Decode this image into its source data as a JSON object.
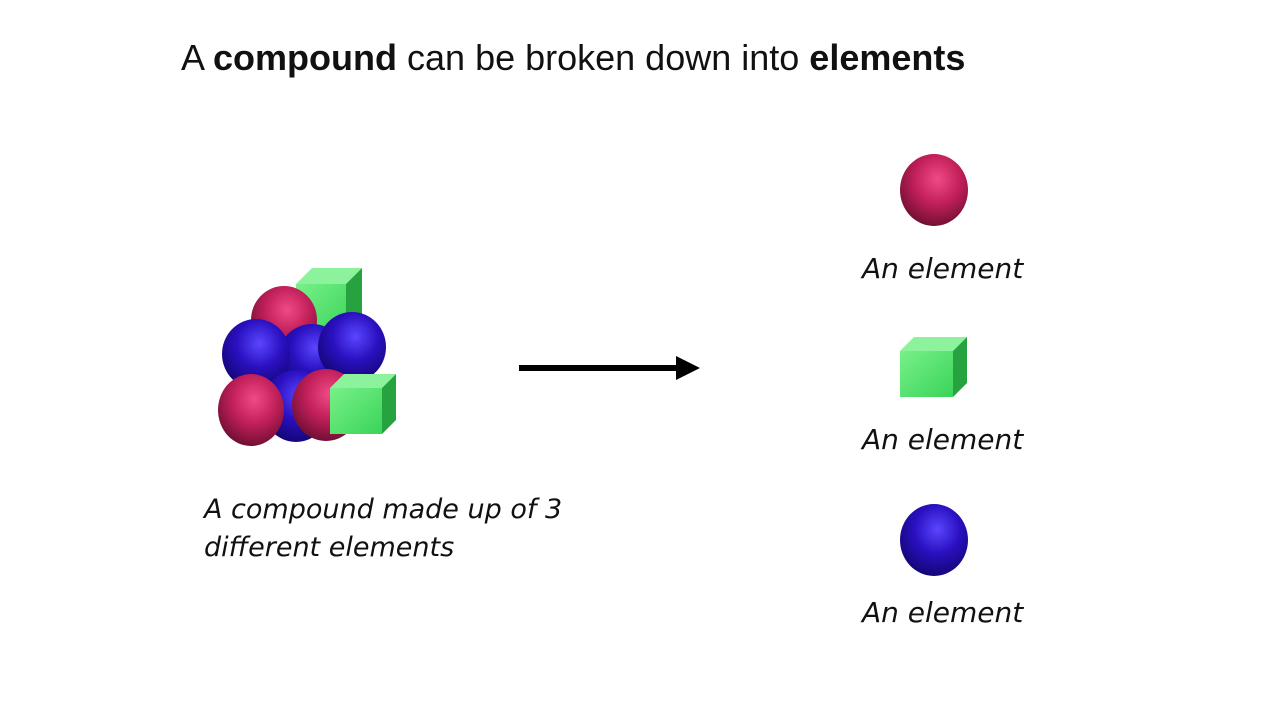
{
  "title": {
    "prefix": "A ",
    "bold1": "compound",
    "middle": " can be broken down into ",
    "bold2": "elements"
  },
  "compound": {
    "caption": "A compound made up of 3 different elements"
  },
  "elements": [
    {
      "label": "An element",
      "shape": "sphere",
      "color": "#c2205a"
    },
    {
      "label": "An element",
      "shape": "cube",
      "color": "#3ee05a"
    },
    {
      "label": "An element",
      "shape": "sphere",
      "color": "#2a10c0"
    }
  ],
  "colors": {
    "red_sphere": "#c2205a",
    "blue_sphere": "#2a10c0",
    "green_cube": "#3ee05a",
    "arrow": "#000000"
  }
}
